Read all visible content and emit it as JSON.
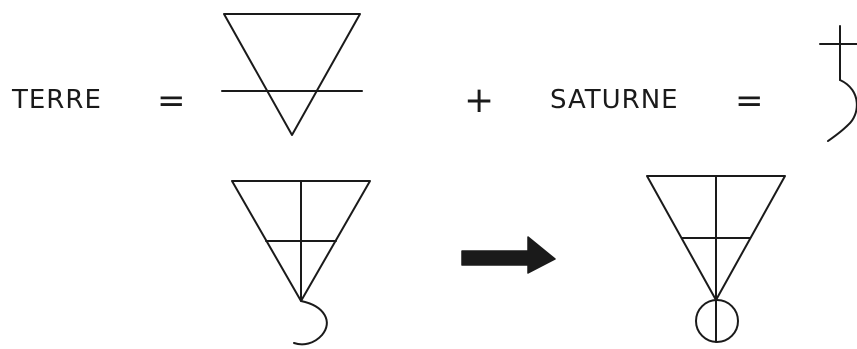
{
  "top_row": {
    "earth_label": "TERRE",
    "saturn_label": "SATURNE",
    "equals_symbol": "=",
    "plus_symbol": "+"
  },
  "bottom_row": {
    "arrow_direction": "right"
  },
  "colors": {
    "ink": "#1a1a1a",
    "background": "#ffffff"
  }
}
